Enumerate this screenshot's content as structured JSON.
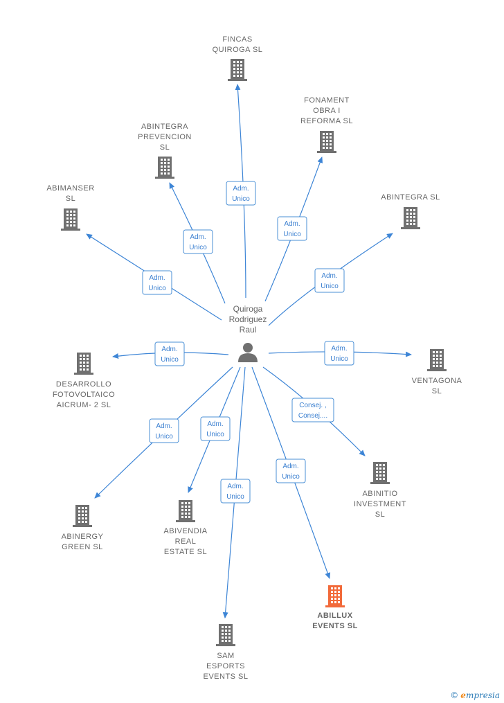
{
  "center": {
    "name_lines": [
      "Quiroga",
      "Rodriguez",
      "Raul"
    ],
    "icon": "person-icon"
  },
  "colors": {
    "edge": "#3d85d6",
    "building": "#707070",
    "highlight": "#f26a3a",
    "label": "#666666"
  },
  "companies": [
    {
      "id": "fincas-quiroga",
      "lines": [
        "FINCAS",
        "QUIROGA  SL"
      ],
      "relation": [
        "Adm.",
        "Unico"
      ],
      "highlight": false
    },
    {
      "id": "fonament-obra",
      "lines": [
        "FONAMENT",
        "OBRA I",
        "REFORMA  SL"
      ],
      "relation": [
        "Adm.",
        "Unico"
      ],
      "highlight": false
    },
    {
      "id": "abintegra-prevencion",
      "lines": [
        "ABINTEGRA",
        "PREVENCION",
        "SL"
      ],
      "relation": [
        "Adm.",
        "Unico"
      ],
      "highlight": false
    },
    {
      "id": "abimanser",
      "lines": [
        "ABIMANSER",
        "SL"
      ],
      "relation": [
        "Adm.",
        "Unico"
      ],
      "highlight": false
    },
    {
      "id": "abintegra",
      "lines": [
        "ABINTEGRA  SL"
      ],
      "relation": [
        "Adm.",
        "Unico"
      ],
      "highlight": false
    },
    {
      "id": "desarrollo-fotovoltaico",
      "lines": [
        "DESARROLLO",
        "FOTOVOLTAICO",
        "AICRUM- 2  SL"
      ],
      "relation": [
        "Adm.",
        "Unico"
      ],
      "highlight": false
    },
    {
      "id": "ventagona",
      "lines": [
        "VENTAGONA",
        "SL"
      ],
      "relation": [
        "Adm.",
        "Unico"
      ],
      "highlight": false
    },
    {
      "id": "abinitio-investment",
      "lines": [
        "ABINITIO",
        "INVESTMENT",
        "SL"
      ],
      "relation": [
        "Consej. ,",
        "Consej...."
      ],
      "highlight": false
    },
    {
      "id": "abinergy-green",
      "lines": [
        "ABINERGY",
        "GREEN  SL"
      ],
      "relation": [
        "Adm.",
        "Unico"
      ],
      "highlight": false
    },
    {
      "id": "abivendia-real-estate",
      "lines": [
        "ABIVENDIA",
        "REAL",
        "ESTATE  SL"
      ],
      "relation": [
        "Adm.",
        "Unico"
      ],
      "highlight": false
    },
    {
      "id": "sam-esports-events",
      "lines": [
        "SAM",
        "ESPORTS",
        "EVENTS  SL"
      ],
      "relation": [
        "Adm.",
        "Unico"
      ],
      "highlight": false
    },
    {
      "id": "abillux-events",
      "lines": [
        "ABILLUX",
        "EVENTS  SL"
      ],
      "relation": [
        "Adm.",
        "Unico"
      ],
      "highlight": true
    }
  ],
  "footer": {
    "copyright": "©",
    "brand_initial": "e",
    "brand_rest": "mpresia"
  }
}
